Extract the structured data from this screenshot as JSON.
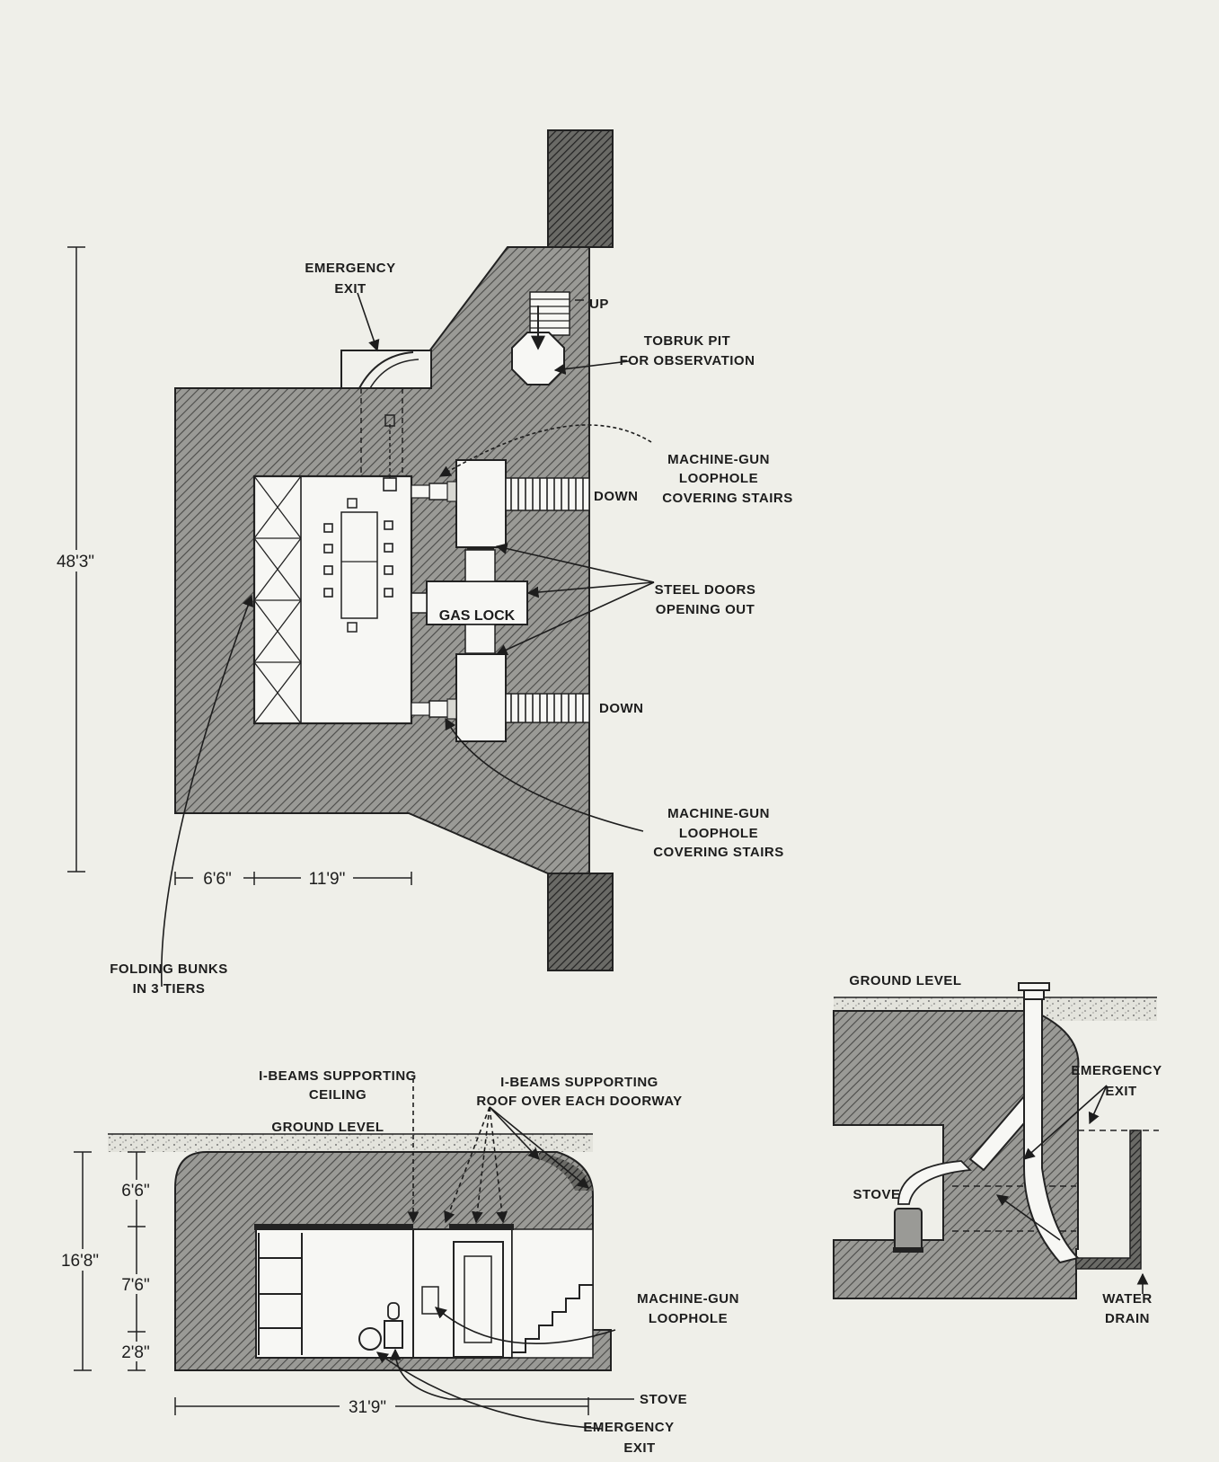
{
  "plan": {
    "emergency_exit": [
      "EMERGENCY",
      "EXIT"
    ],
    "up": "UP",
    "tobruk_pit": [
      "TOBRUK PIT",
      "FOR OBSERVATION"
    ],
    "mg_loophole_top": [
      "MACHINE-GUN",
      "LOOPHOLE",
      "COVERING STAIRS"
    ],
    "down_top": "DOWN",
    "steel_doors": [
      "STEEL DOORS",
      "OPENING OUT"
    ],
    "gas_lock": "GAS  LOCK",
    "down_bottom": "DOWN",
    "mg_loophole_bottom": [
      "MACHINE-GUN",
      "LOOPHOLE",
      "COVERING STAIRS"
    ],
    "dim_length": "48'3\"",
    "dim_width_a": "6'6\"",
    "dim_width_b": "11'9\"",
    "folding_bunks": [
      "FOLDING BUNKS",
      "IN 3 TIERS"
    ]
  },
  "section": {
    "i_beams_ceiling": [
      "I-BEAMS SUPPORTING",
      "CEILING"
    ],
    "i_beams_roof": [
      "I-BEAMS SUPPORTING",
      "ROOF OVER EACH DOORWAY"
    ],
    "ground_level": "GROUND LEVEL",
    "dim_total": "16'8\"",
    "dim_a": "6'6\"",
    "dim_b": "7'6\"",
    "dim_c": "2'8\"",
    "dim_length": "31'9\"",
    "mg_loophole": [
      "MACHINE-GUN",
      "LOOPHOLE"
    ],
    "stove": "STOVE",
    "emergency_exit": [
      "EMERGENCY",
      "EXIT"
    ]
  },
  "detail": {
    "ground_level": "GROUND LEVEL",
    "emergency_exit": [
      "EMERGENCY",
      "EXIT"
    ],
    "stove": "STOVE",
    "water_drain": [
      "WATER",
      "DRAIN"
    ]
  },
  "colors": {
    "paper": "#efefe9",
    "concrete": "#8e8e8e",
    "ink": "#1d1d1d",
    "room": "#f7f7f4",
    "gravel": "#d9d9d2"
  }
}
